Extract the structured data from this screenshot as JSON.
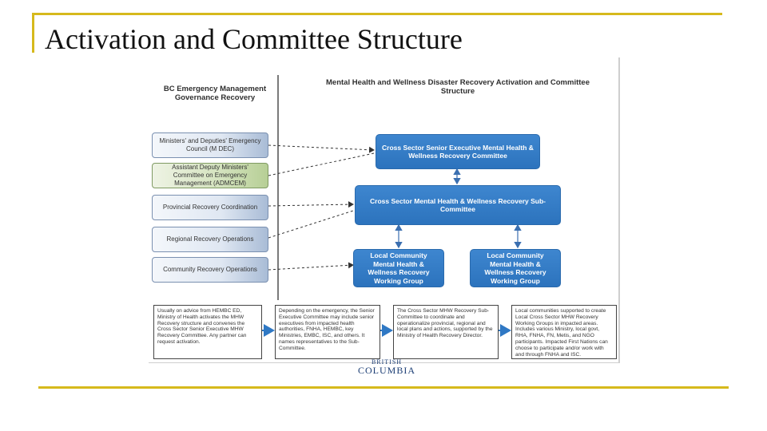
{
  "slide": {
    "title": "Activation and Committee Structure"
  },
  "figure": {
    "title": "Mental Health and Wellness Disaster Recovery Activation and Committee Structure",
    "governance_heading": "BC Emergency Management Governance Recovery",
    "governance_levels": [
      "Ministers' and Deputies' Emergency Council (M DEC)",
      "Assistant Deputy Ministers' Committee on Emergency Management (ADMCEM)",
      "Provincial Recovery Coordination",
      "Regional Recovery Operations",
      "Community Recovery Operations"
    ],
    "committees": {
      "senior_executive": "Cross Sector Senior Executive Mental Health & Wellness Recovery Committee",
      "sub_committee": "Cross Sector Mental Health & Wellness Recovery Sub-Committee",
      "local_groups": [
        "Local Community Mental Health & Wellness Recovery Working Group",
        "Local Community Mental Health & Wellness Recovery Working Group"
      ]
    },
    "notes": [
      "Usually on advice from HEMBC ED, Ministry of Health activates the MHW Recovery structure and convenes the Cross Sector Senior Executive MHW Recovery Committee. Any partner can request activation.",
      "Depending on the emergency, the Senior Executive Committee may include senior executives from impacted health authorities, FNHA, HEMBC, key Ministries, EMBC, ISC, and others. It names representatives to the Sub-Committee.",
      "The Cross Sector MHW Recovery Sub-Committee to coordinate and operationalize provincial, regional and local plans and actions, supported by the Ministry of Health Recovery Director.",
      "Local communities supported to create Local Cross Sector MHW Recovery Working Groups in impacted areas. Includes various Ministry, local govt, RHA, FNHA, FN, Metis, and NGO participants. Impacted First Nations can choose to participate and/or work with and through FNHA and ISC."
    ],
    "logo": {
      "line1": "BRITISH",
      "line2": "COLUMBIA"
    },
    "colors": {
      "accent_gold": "#d6b91c",
      "committee_blue": "#2f78c4",
      "governance_green": "#c9dcab"
    }
  }
}
